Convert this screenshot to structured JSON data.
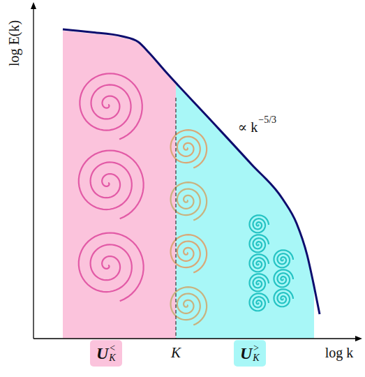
{
  "diagram": {
    "nodes": [
      {
        "text": [
          "U",
          "K",
          "<"
        ]
      },
      {
        "text": [
          "U",
          "K",
          ">"
        ]
      }
    ],
    "labels": [
      "log E(k)",
      "∝ k",
      "−5/3",
      "K",
      "log k"
    ]
  }
}
